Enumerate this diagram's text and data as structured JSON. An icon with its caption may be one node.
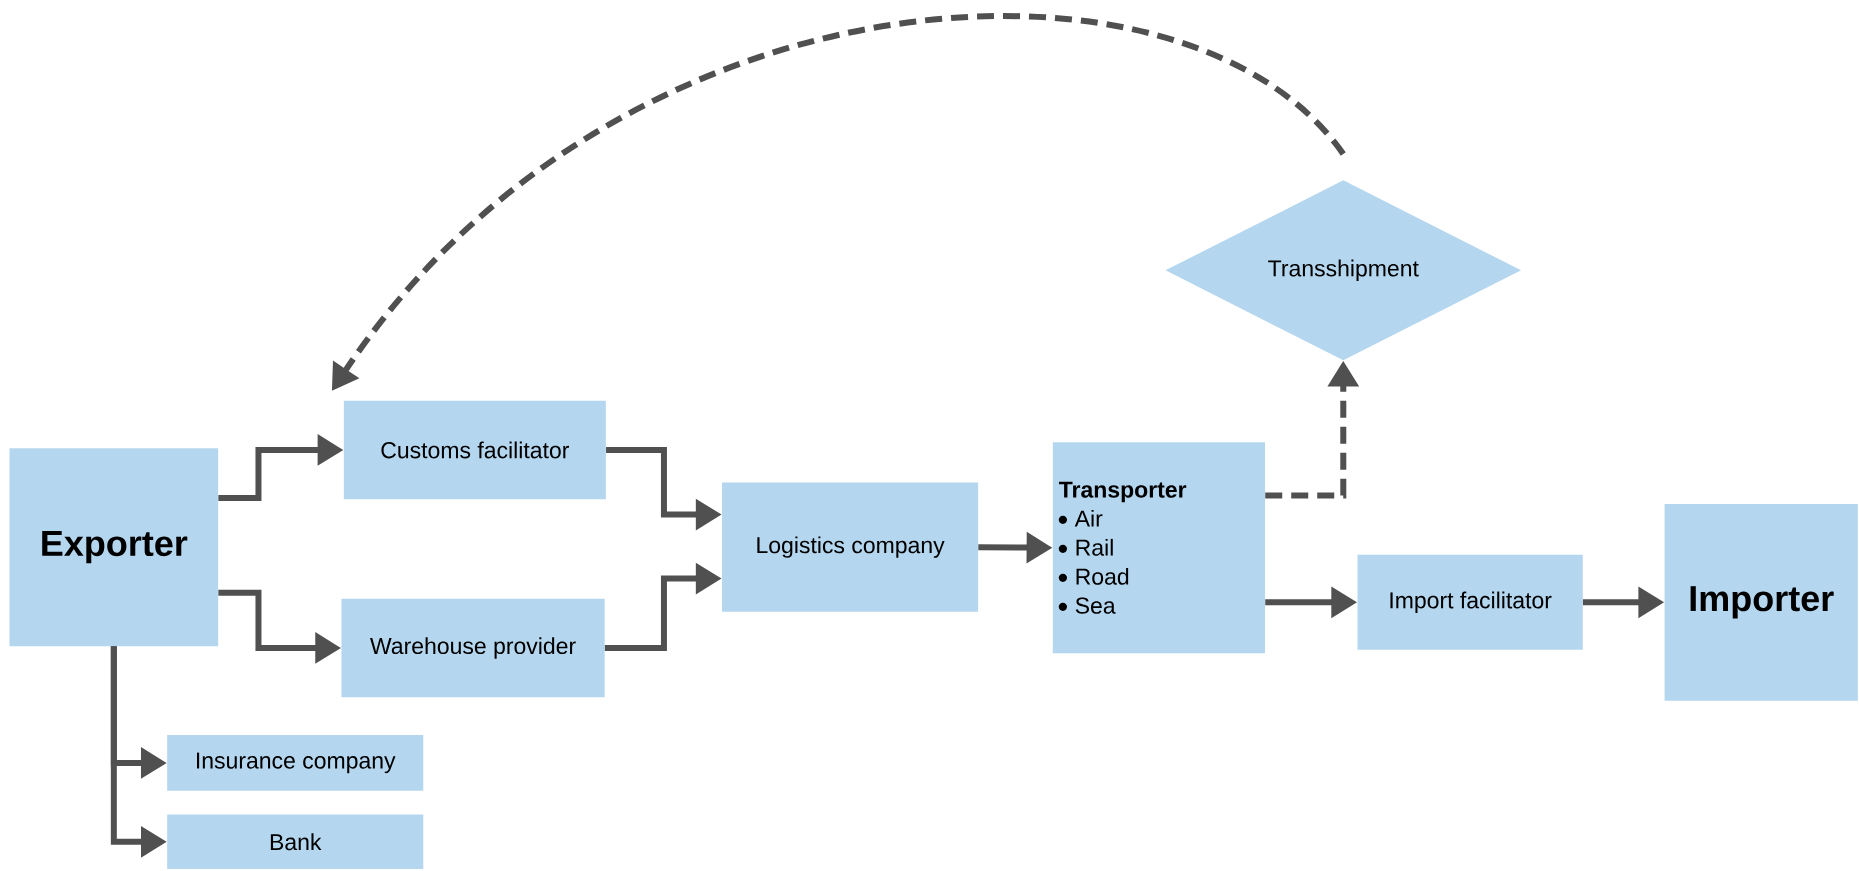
{
  "diagram": {
    "nodes": [
      {
        "text": [
          "Exporter"
        ]
      },
      {
        "text": [
          "Customs facilitator"
        ]
      },
      {
        "text": [
          "Warehouse provider"
        ]
      },
      {
        "text": [
          "Insurance company"
        ]
      },
      {
        "text": [
          "Bank"
        ]
      },
      {
        "text": [
          "Logistics company"
        ]
      },
      {
        "text": [
          "Transporter",
          "Air",
          "Rail",
          "Road",
          "Sea"
        ]
      },
      {
        "text": [
          "Transshipment"
        ]
      },
      {
        "text": [
          "Import facilitator"
        ]
      },
      {
        "text": [
          "Importer"
        ]
      }
    ],
    "edges": [
      {
        "from": 0,
        "to": 1,
        "arrow": "to"
      },
      {
        "from": 0,
        "to": 2,
        "arrow": "to"
      },
      {
        "from": 0,
        "to": 3,
        "arrow": "to"
      },
      {
        "from": 0,
        "to": 4,
        "arrow": "to"
      },
      {
        "from": 1,
        "to": 5,
        "arrow": "to"
      },
      {
        "from": 2,
        "to": 5,
        "arrow": "to"
      },
      {
        "from": 5,
        "to": 6,
        "arrow": "to"
      },
      {
        "from": 6,
        "to": 7,
        "arrow": "to",
        "style": "dashed"
      },
      {
        "from": 6,
        "to": 8,
        "arrow": "to"
      },
      {
        "from": 8,
        "to": 9,
        "arrow": "to"
      },
      {
        "from": 7,
        "to": 1,
        "arrow": "to",
        "style": "dashed"
      }
    ]
  }
}
